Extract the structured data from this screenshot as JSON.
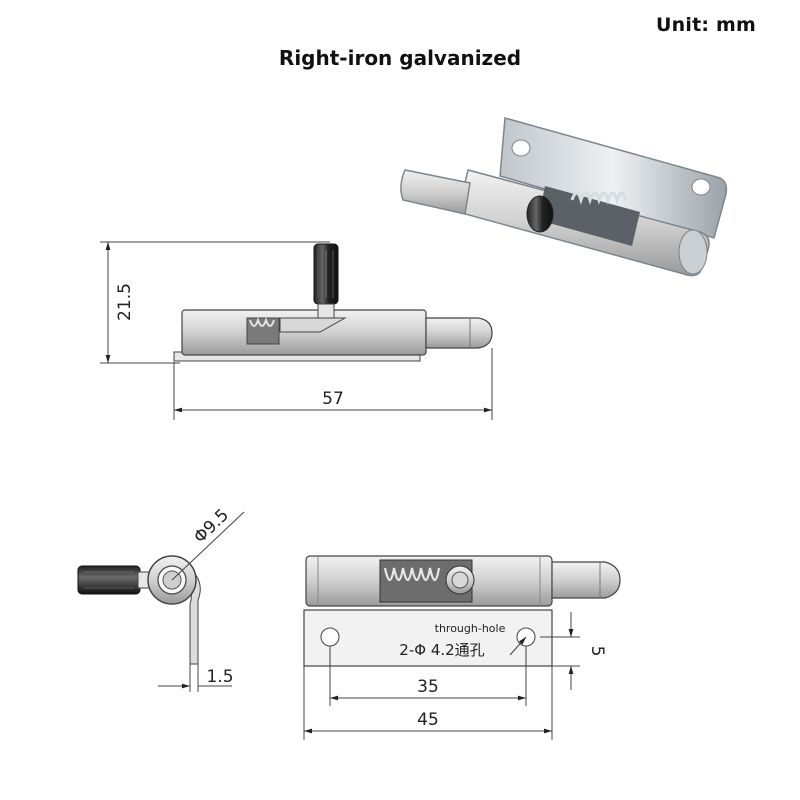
{
  "header": {
    "unit_label": "Unit:  mm",
    "title": "Right-iron galvanized"
  },
  "dimensions": {
    "height": "21.5",
    "length_total": "57",
    "pin_diameter": "Φ9.5",
    "plate_thickness": "1.5",
    "hole_spacing": "35",
    "plate_length": "45",
    "hole_offset": "5"
  },
  "annotations": {
    "hole_note_en": "through-hole",
    "hole_note_cn": "2-Φ 4.2通孔"
  }
}
